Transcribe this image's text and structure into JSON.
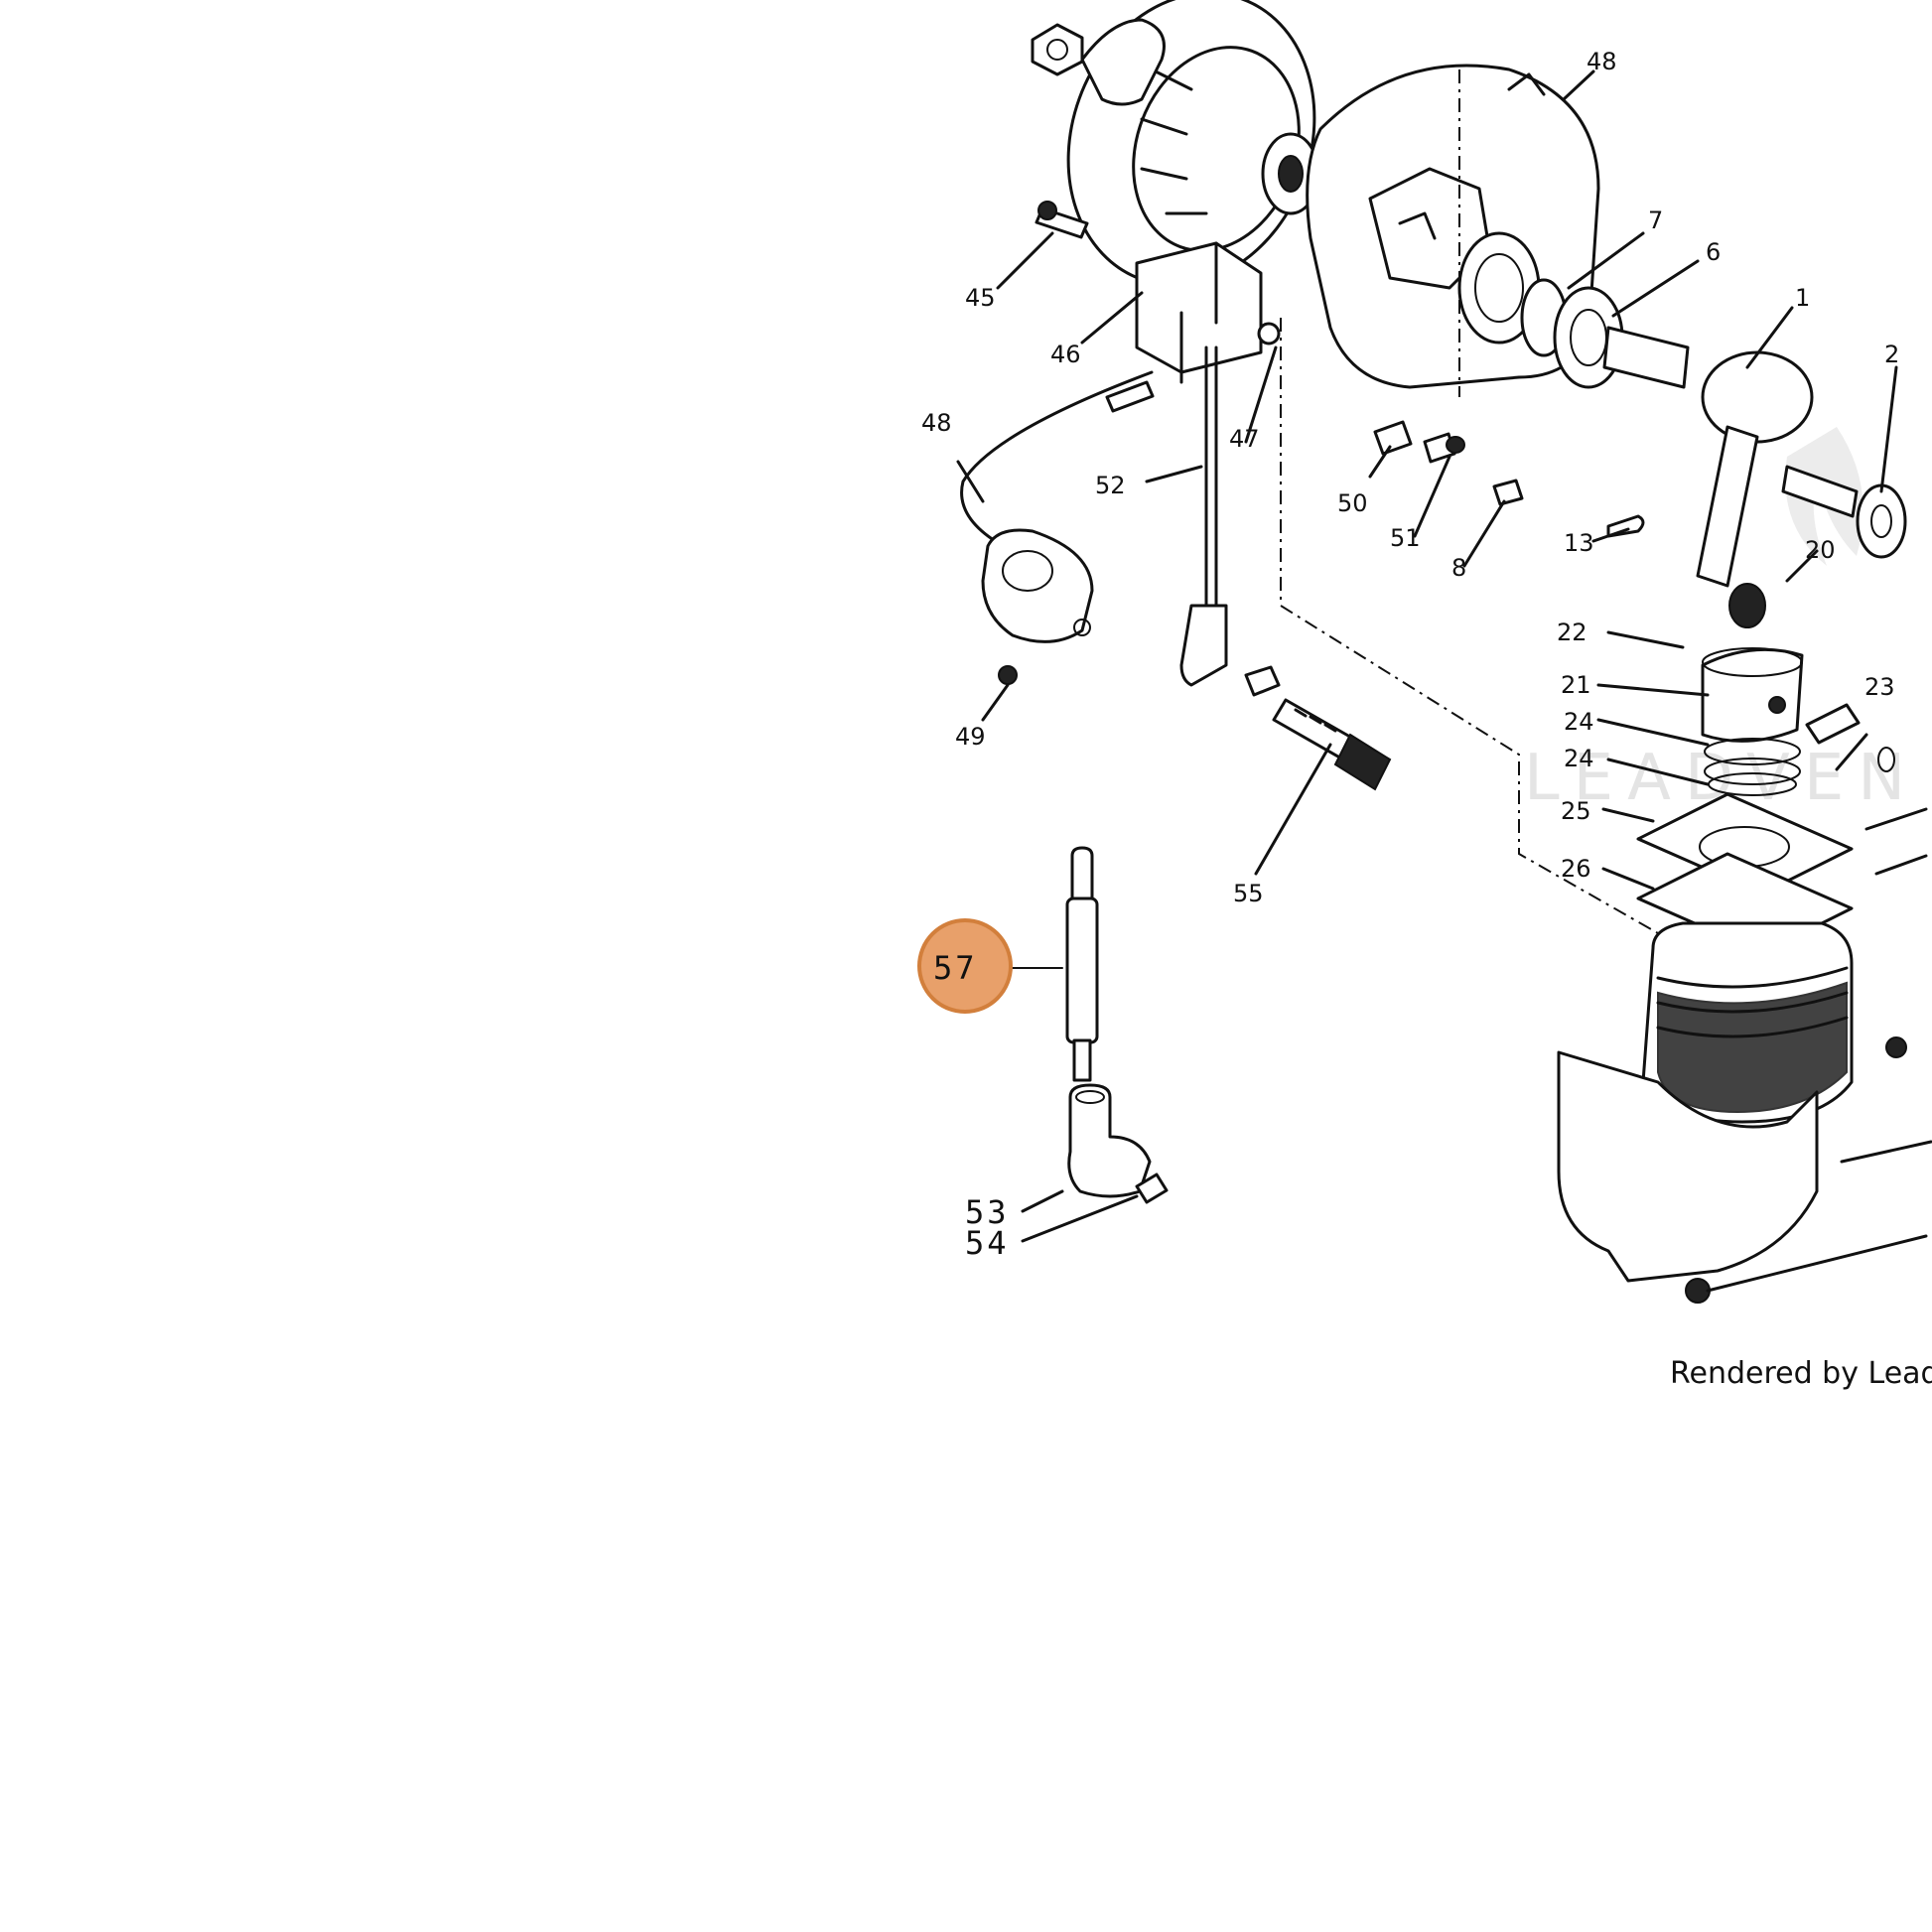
{
  "diagram": {
    "highlight": {
      "label": "57",
      "color": "#e8a06a",
      "border_color": "#d27f3c"
    },
    "part_labels": {
      "p48a": "48",
      "p7": "7",
      "p6": "6",
      "p1": "1",
      "p2": "2",
      "p45": "45",
      "p46": "46",
      "p47": "47",
      "p48b": "48",
      "p52": "52",
      "p50": "50",
      "p51": "51",
      "p8": "8",
      "p13": "13",
      "p20": "20",
      "p22": "22",
      "p21": "21",
      "p24a": "24",
      "p24b": "24",
      "p23": "23",
      "p25": "25",
      "p26": "26",
      "p49": "49",
      "p55": "55",
      "p53": "53",
      "p54": "54"
    },
    "credit": "Rendered by LeadVe",
    "watermark": "LEADVEN",
    "ink_color": "#111111"
  }
}
